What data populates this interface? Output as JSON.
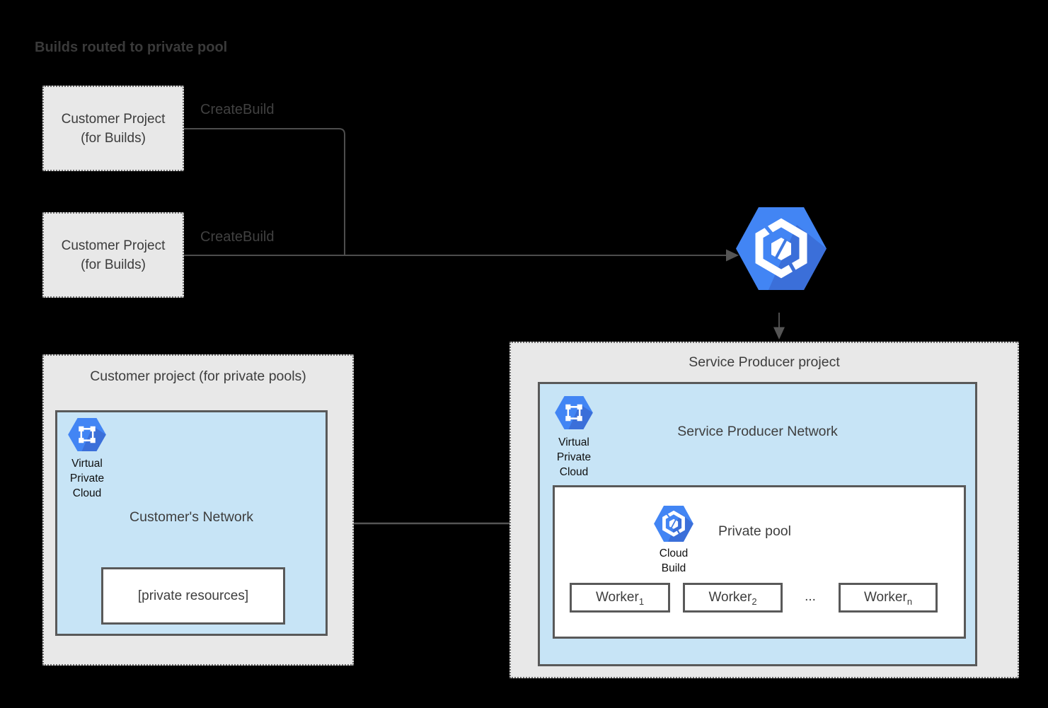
{
  "title": "Builds routed to private pool",
  "colors": {
    "canvas_background": "#000000",
    "project_box_fill": "#e8e8e8",
    "network_box_fill": "#c7e4f6",
    "box_border": "#595959",
    "dotted_border": "#6d6d6d",
    "connector_line": "#4d4d4d",
    "gcp_hexagon_blue": "#4285f4",
    "gcp_hexagon_shadow": "#3b6fd9",
    "text_dark": "#3d3d3d"
  },
  "icons": {
    "cloud_build": "cloud-build-icon",
    "virtual_private_cloud": "virtual-private-cloud-icon"
  },
  "build_sources": [
    {
      "line1": "Customer Project",
      "line2": "(for Builds)",
      "edge_label": "CreateBuild"
    },
    {
      "line1": "Customer Project",
      "line2": "(for Builds)",
      "edge_label": "CreateBuild"
    }
  ],
  "customer_pool_project": {
    "title": "Customer project (for private pools)",
    "network": {
      "vpc_icon_label": [
        "Virtual",
        "Private",
        "Cloud"
      ],
      "title": "Customer's Network",
      "private_resources_label": "[private resources]"
    }
  },
  "service_producer_project": {
    "title": "Service Producer project",
    "network": {
      "vpc_icon_label": [
        "Virtual",
        "Private",
        "Cloud"
      ],
      "title": "Service Producer Network",
      "private_pool": {
        "cloud_build_icon_label": [
          "Cloud",
          "Build"
        ],
        "title": "Private pool",
        "workers": [
          {
            "base": "Worker",
            "sub": "1"
          },
          {
            "base": "Worker",
            "sub": "2"
          },
          {
            "base": "Worker",
            "sub": "n"
          }
        ],
        "ellipsis": "..."
      }
    }
  }
}
